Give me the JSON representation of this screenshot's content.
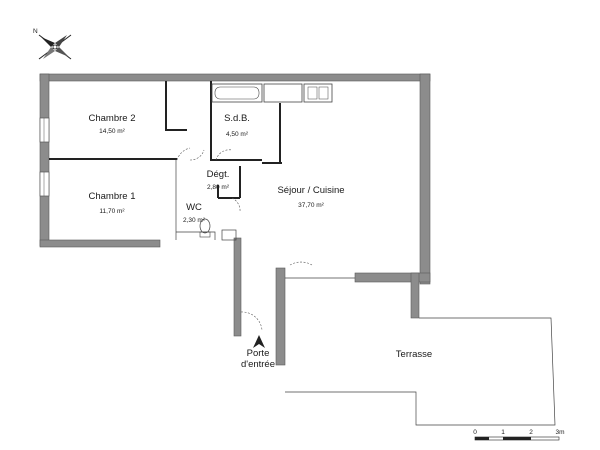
{
  "rooms": [
    {
      "name": "Chambre 2",
      "area": "14,50 m²"
    },
    {
      "name": "Chambre 1",
      "area": "11,70 m²"
    },
    {
      "name": "S.d.B.",
      "area": "4,50 m²"
    },
    {
      "name": "Dégt.",
      "area": "2,80 m²"
    },
    {
      "name": "WC",
      "area": "2,30 m²"
    },
    {
      "name": "Séjour / Cuisine",
      "area": "37,70 m²"
    },
    {
      "name": "Terrasse",
      "area": ""
    }
  ],
  "entrance": {
    "line1": "Porte",
    "line2": "d'entrée"
  },
  "compass": {
    "north": "N"
  },
  "scale": {
    "ticks": [
      "0",
      "1",
      "2",
      "3m"
    ]
  }
}
